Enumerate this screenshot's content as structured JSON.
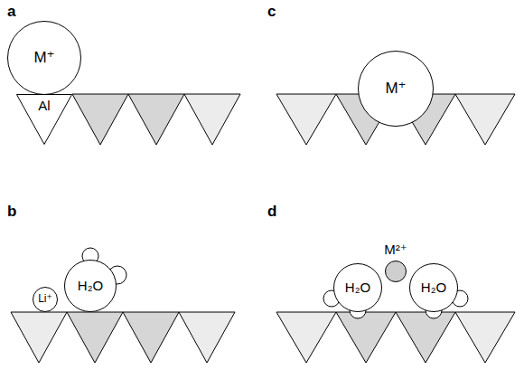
{
  "diagram": {
    "nodes": [
      {
        "text": [
          "M⁺"
        ]
      },
      {
        "text": [
          "Al"
        ]
      },
      {
        "text": [
          "M⁺"
        ]
      },
      {
        "text": [
          "Li⁺"
        ]
      },
      {
        "text": [
          "H₂O"
        ]
      },
      {
        "text": [
          "M²⁺"
        ]
      },
      {
        "text": [
          "H₂O"
        ]
      },
      {
        "text": [
          "H₂O"
        ]
      }
    ],
    "labels": [
      "a",
      "c",
      "b",
      "d"
    ]
  }
}
